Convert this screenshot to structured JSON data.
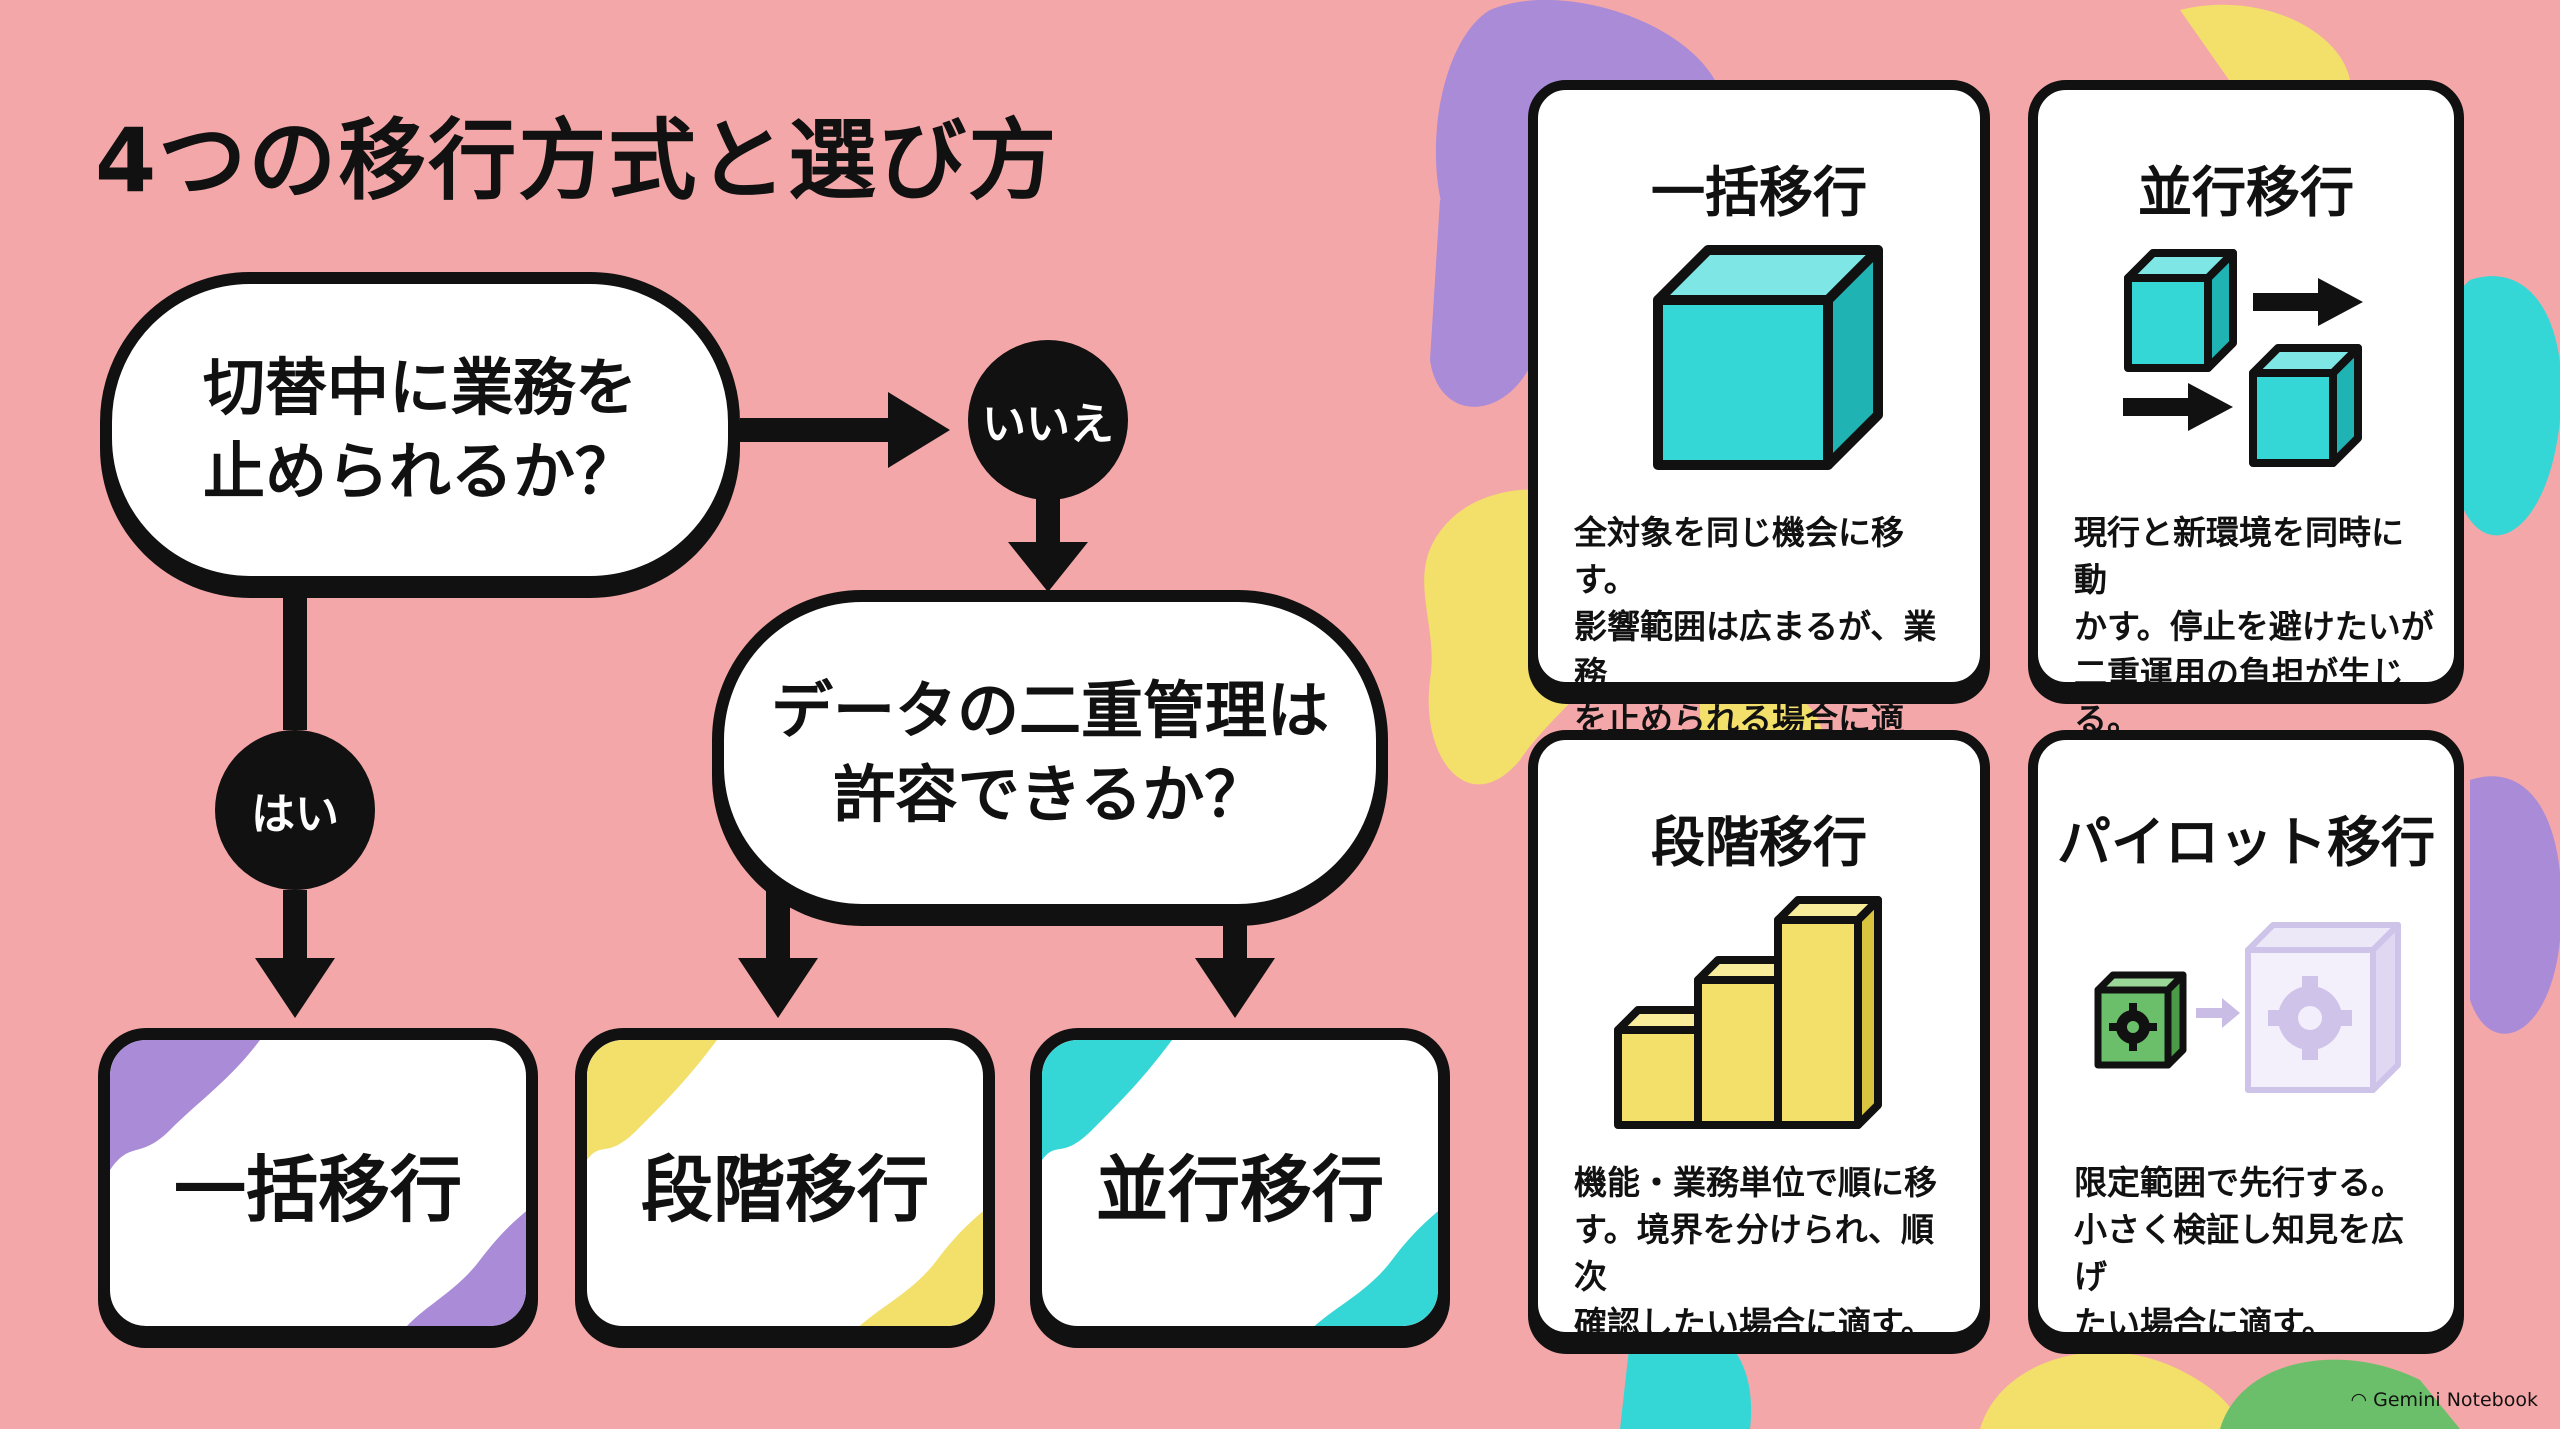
{
  "title": "4つの移行方式と選び方",
  "flowchart": {
    "question1": {
      "line1": "切替中に業務を",
      "line2": "止められるか？"
    },
    "question2": {
      "line1": "データの二重管理は",
      "line2": "許容できるか？"
    },
    "answer_yes": "はい",
    "answer_no": "いいえ",
    "results": [
      "一括移行",
      "段階移行",
      "並行移行"
    ]
  },
  "cards": [
    {
      "title": "一括移行",
      "icon": "single-cube-icon",
      "desc": [
        "全対象を同じ機会に移す。",
        "影響範囲は広まるが、業務",
        "を止められる場合に適す。"
      ]
    },
    {
      "title": "並行移行",
      "icon": "parallel-cubes-icon",
      "desc": [
        "現行と新環境を同時に動",
        "かす。停止を避けたいが",
        "二重運用の負担が生じる。"
      ]
    },
    {
      "title": "段階移行",
      "icon": "stairs-blocks-icon",
      "desc": [
        "機能・業務単位で順に移",
        "す。境界を分けられ、順次",
        "確認したい場合に適す。"
      ]
    },
    {
      "title": "パイロット移行",
      "icon": "pilot-gear-cube-icon",
      "desc": [
        "限定範囲で先行する。",
        "小さく検証し知見を広げ",
        "たい場合に適す。"
      ]
    }
  ],
  "colors": {
    "background": "#f4a7a8",
    "purple": "#a98bd8",
    "yellow": "#f3e06a",
    "cyan": "#35d6d6",
    "green": "#6cbf6a",
    "ink": "#111111"
  },
  "footer": "Gemini Notebook"
}
